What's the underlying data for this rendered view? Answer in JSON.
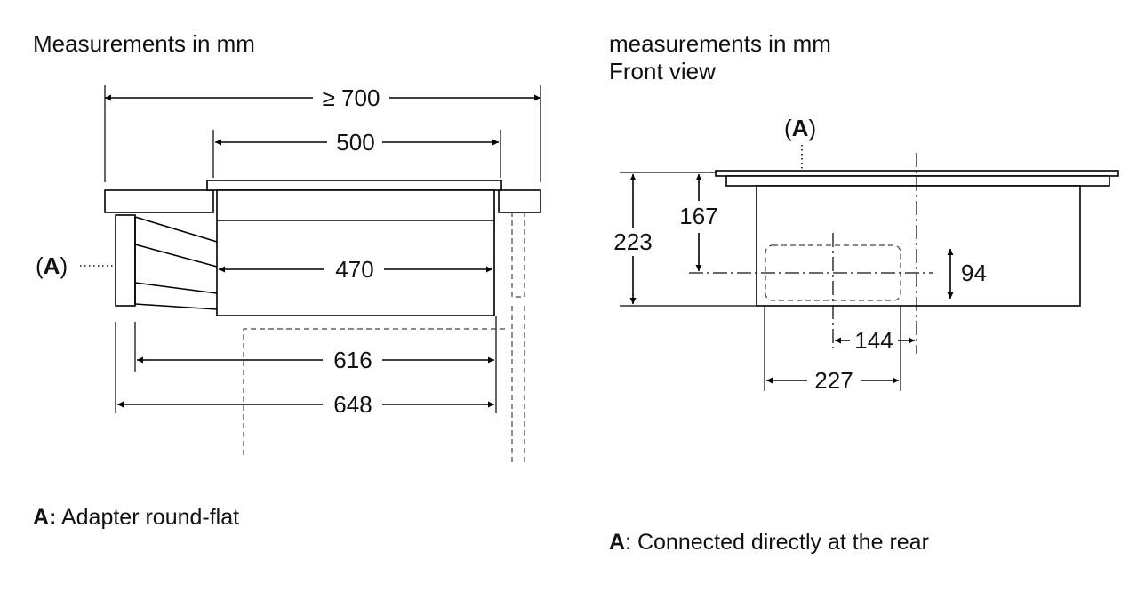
{
  "left": {
    "title": "Measurements in mm",
    "callout_label": "A",
    "dims": {
      "overall": "≥ 700",
      "top": "500",
      "body": "470",
      "d616": "616",
      "d648": "648"
    },
    "legend": {
      "key": "A:",
      "text": "Adapter round-flat"
    }
  },
  "right": {
    "title": "measurements in mm",
    "subtitle": "Front view",
    "callout_label": "A",
    "dims": {
      "height_total": "223",
      "height_centre": "167",
      "outlet_height": "94",
      "offset": "144",
      "outlet_width": "227"
    },
    "legend": {
      "key": "A",
      "text": ": Connected directly at the rear"
    }
  }
}
